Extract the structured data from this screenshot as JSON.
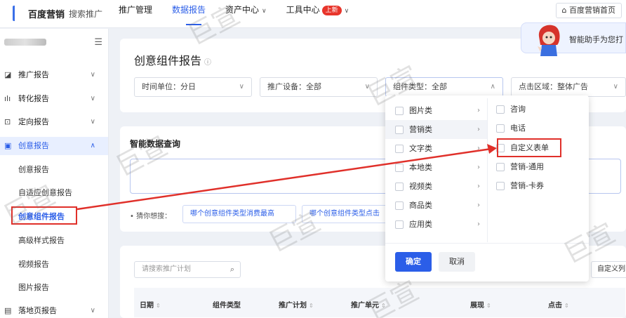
{
  "topbar": {
    "logo_text": "百度营销",
    "logo_sub": "搜索推广",
    "nav": [
      {
        "label": "推广管理",
        "chevron": false,
        "active": false
      },
      {
        "label": "数据报告",
        "chevron": false,
        "active": true
      },
      {
        "label": "资产中心",
        "chevron": true,
        "active": false
      },
      {
        "label": "工具中心",
        "chevron": true,
        "active": false,
        "badge": "上新"
      }
    ],
    "home_label": "百度营销首页"
  },
  "assistant": {
    "text": "智能助手为您打"
  },
  "sidebar": {
    "menu": [
      {
        "label": "推广报告",
        "icon": "report-icon",
        "glyph": "◪"
      },
      {
        "label": "转化报告",
        "icon": "bar-chart-icon",
        "glyph": "ılı"
      },
      {
        "label": "定向报告",
        "icon": "target-icon",
        "glyph": "⊡"
      },
      {
        "label": "创意报告",
        "icon": "creative-icon",
        "glyph": "▣",
        "expanded": true
      }
    ],
    "sub_items": [
      "创意报告",
      "自适应创意报告",
      "创意组件报告",
      "高级样式报告",
      "视频报告",
      "图片报告"
    ],
    "current_sub": "创意组件报告",
    "bottom_menu": {
      "label": "落地页报告",
      "icon": "landing-page-icon",
      "glyph": "▤"
    }
  },
  "main": {
    "title": "创意组件报告",
    "filters": [
      {
        "label": "时间单位：分日",
        "chevron": "down"
      },
      {
        "label": "推广设备：全部",
        "chevron": "down"
      },
      {
        "label": "组件类型：全部",
        "chevron": "up"
      },
      {
        "label": "点击区域：整体广告",
        "chevron": "down"
      }
    ]
  },
  "smart_query": {
    "title": "智能数据查询",
    "guess_label": "猜你想搜：",
    "chips": [
      "哪个创意组件类型消费最高",
      "哪个创意组件类型点击"
    ]
  },
  "table": {
    "search_placeholder": "请搜索推广计划",
    "custom_label": "自定义列",
    "headers": [
      "日期",
      "组件类型",
      "推广计划",
      "推广单元",
      "展现",
      "点击"
    ]
  },
  "dropdown": {
    "categories": [
      "图片类",
      "营销类",
      "文字类",
      "本地类",
      "视频类",
      "商品类",
      "应用类"
    ],
    "hovered_category": "营销类",
    "sub_options": [
      "咨询",
      "电话",
      "自定义表单",
      "营销-通用",
      "营销-卡券"
    ],
    "highlighted_option": "自定义表单",
    "ok_label": "确定",
    "cancel_label": "取消"
  },
  "watermark_text": "巨宣",
  "annotation_color": "#e0302a",
  "accent_color": "#2b5ee8"
}
